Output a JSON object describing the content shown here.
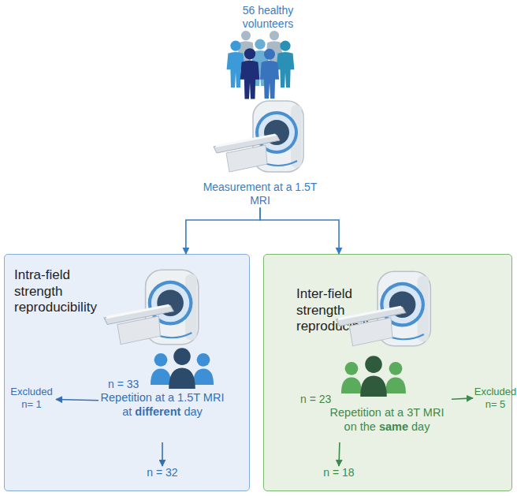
{
  "diagram": {
    "nodes": [
      {
        "text": [
          "56 healthy volunteers"
        ]
      },
      {
        "text": [
          "Measurement at a 1.5T MRI"
        ]
      },
      {
        "text": [
          "Intra-field strength reproducibility"
        ]
      },
      {
        "text": [
          "n = 33",
          "Repetition at a 1.5T MRI at different day"
        ],
        "in": 2
      },
      {
        "text": [
          "Excluded n= 1"
        ],
        "in": 2
      },
      {
        "text": [
          "n = 32"
        ],
        "in": 2
      },
      {
        "text": [
          "Inter-field strength reproducibility"
        ]
      },
      {
        "text": [
          "n = 23",
          "Repetition at a 3T MRI on the same day"
        ],
        "in": 6
      },
      {
        "text": [
          "Excluded n= 5"
        ],
        "in": 6
      },
      {
        "text": [
          "n = 18"
        ],
        "in": 6
      }
    ],
    "edges": [
      {
        "from": 1,
        "to": 2,
        "arrow": "to"
      },
      {
        "from": 1,
        "to": 6,
        "arrow": "to"
      },
      {
        "from": 3,
        "to": 4,
        "arrow": "to"
      },
      {
        "from": 3,
        "to": 5,
        "arrow": "to"
      },
      {
        "from": 7,
        "to": 8,
        "arrow": "to"
      },
      {
        "from": 7,
        "to": 9,
        "arrow": "to"
      }
    ]
  }
}
